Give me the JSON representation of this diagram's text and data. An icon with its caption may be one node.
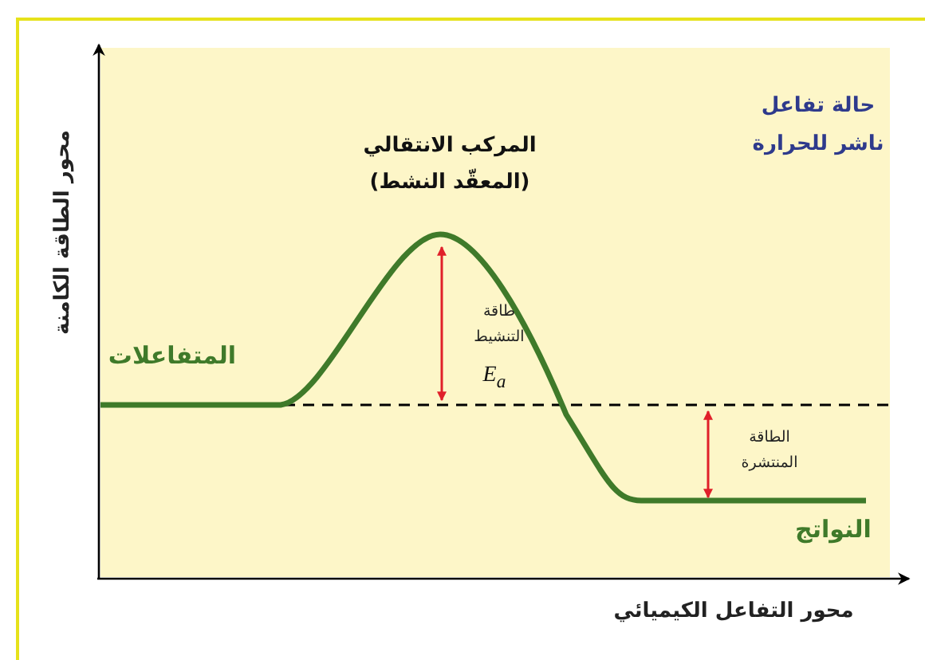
{
  "diagram": {
    "labels": [
      "محور الطاقة الكامنة",
      "حالة تفاعل ناشر للحرارة",
      "المركب الانتقالي (المعقّد النشط)",
      "طاقة التنشيط",
      "E$_{a}$",
      "المتفاعلات",
      "الطاقة المنتشرة",
      "النواتج",
      "محور التفاعل الكيميائي"
    ]
  }
}
